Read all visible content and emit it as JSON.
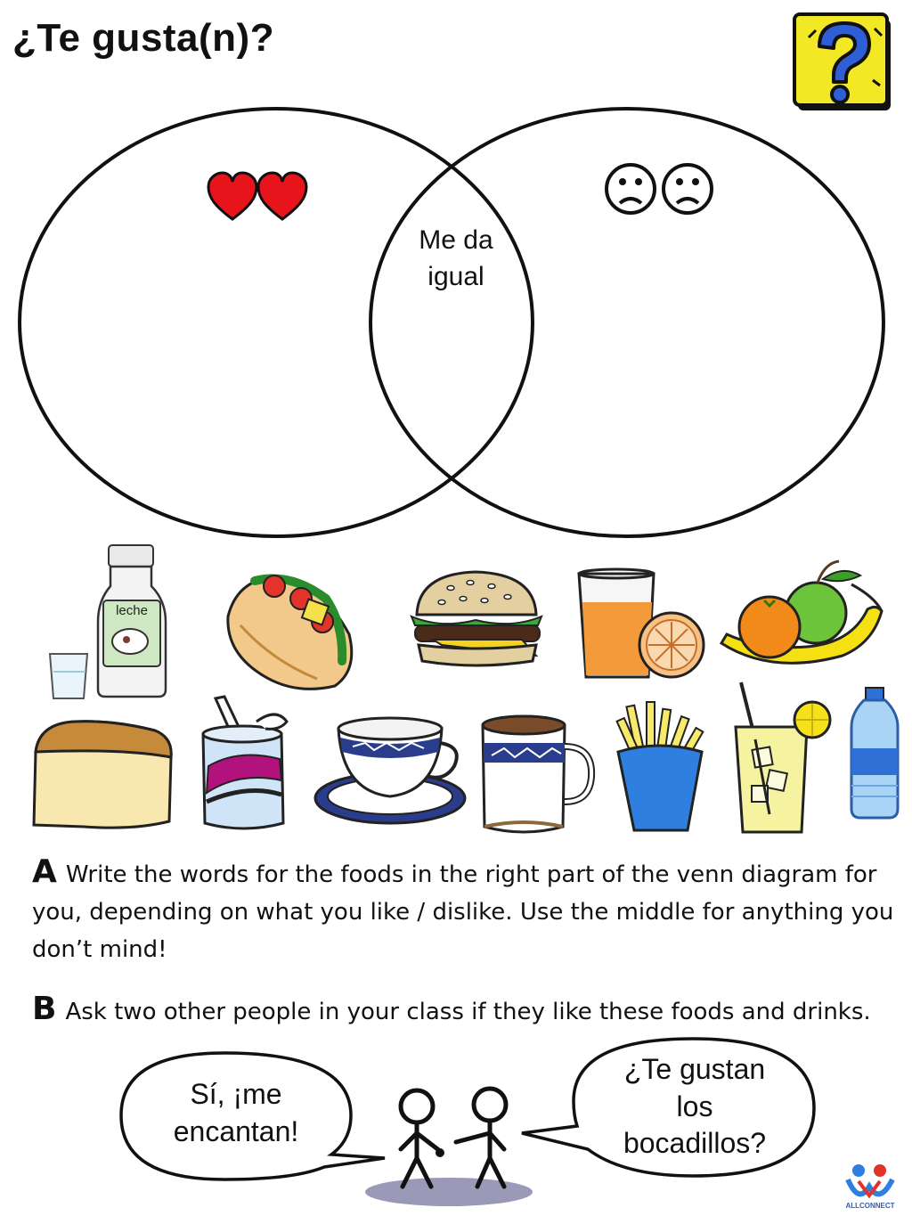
{
  "worksheet": {
    "title": "¿Te gusta(n)?"
  },
  "venn": {
    "left_icon": "two-hearts-icon",
    "right_icon": "two-sad-faces-icon",
    "middle_label": "Me da igual",
    "colors": {
      "heart": "#e8141b",
      "outline": "#111111"
    }
  },
  "foods": [
    {
      "icon": "milk-bottle-icon",
      "label": "leche"
    },
    {
      "icon": "sandwich-roll-icon"
    },
    {
      "icon": "hamburger-icon"
    },
    {
      "icon": "orange-juice-icon"
    },
    {
      "icon": "fruit-bowl-icon"
    },
    {
      "icon": "bread-loaf-icon"
    },
    {
      "icon": "soda-can-icon"
    },
    {
      "icon": "teacup-icon"
    },
    {
      "icon": "hot-chocolate-mug-icon"
    },
    {
      "icon": "french-fries-icon"
    },
    {
      "icon": "lemonade-icon"
    },
    {
      "icon": "water-bottle-icon"
    }
  ],
  "instructions": {
    "a": {
      "letter": "A",
      "text": "Write the words for the foods in the right part of the venn diagram for you, depending on what you like / dislike.  Use the middle for anything you don’t mind!"
    },
    "b": {
      "letter": "B",
      "text": "Ask two other people in your class if they like these foods and drinks."
    }
  },
  "dialogue": {
    "answer_line1": "Sí, ¡me",
    "answer_line2": "encantan!",
    "question_line1": "¿Te gustan",
    "question_line2": "los",
    "question_line3": "bocadillos?"
  },
  "branding": {
    "logo_text": "ALLCONNECT"
  }
}
